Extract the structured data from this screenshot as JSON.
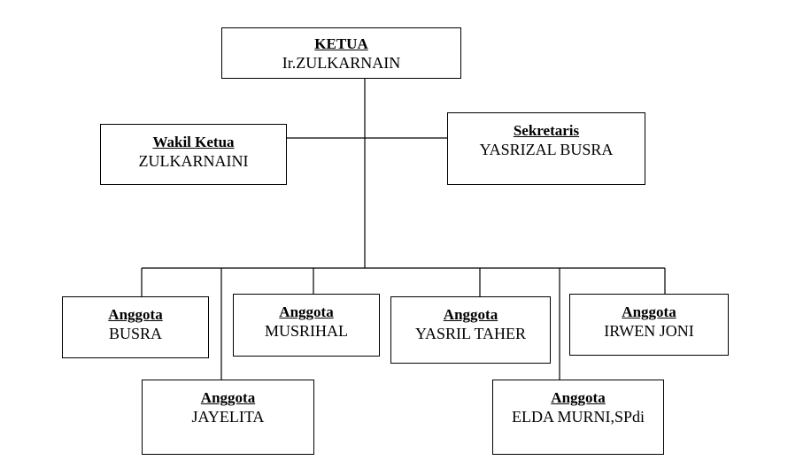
{
  "chart": {
    "ketua": {
      "role": "KETUA",
      "name": "Ir.ZULKARNAIN"
    },
    "wakil": {
      "role": "Wakil Ketua",
      "name": "ZULKARNAINI"
    },
    "sekretaris": {
      "role": "Sekretaris",
      "name": "YASRIZAL BUSRA"
    },
    "anggota": [
      {
        "role": "Anggota",
        "name": "BUSRA"
      },
      {
        "role": "Anggota",
        "name": "MUSRIHAL"
      },
      {
        "role": "Anggota",
        "name": "YASRIL TAHER"
      },
      {
        "role": "Anggota",
        "name": "IRWEN JONI"
      },
      {
        "role": "Anggota",
        "name": "JAYELITA"
      },
      {
        "role": "Anggota",
        "name": "ELDA MURNI,SPdi"
      }
    ]
  }
}
